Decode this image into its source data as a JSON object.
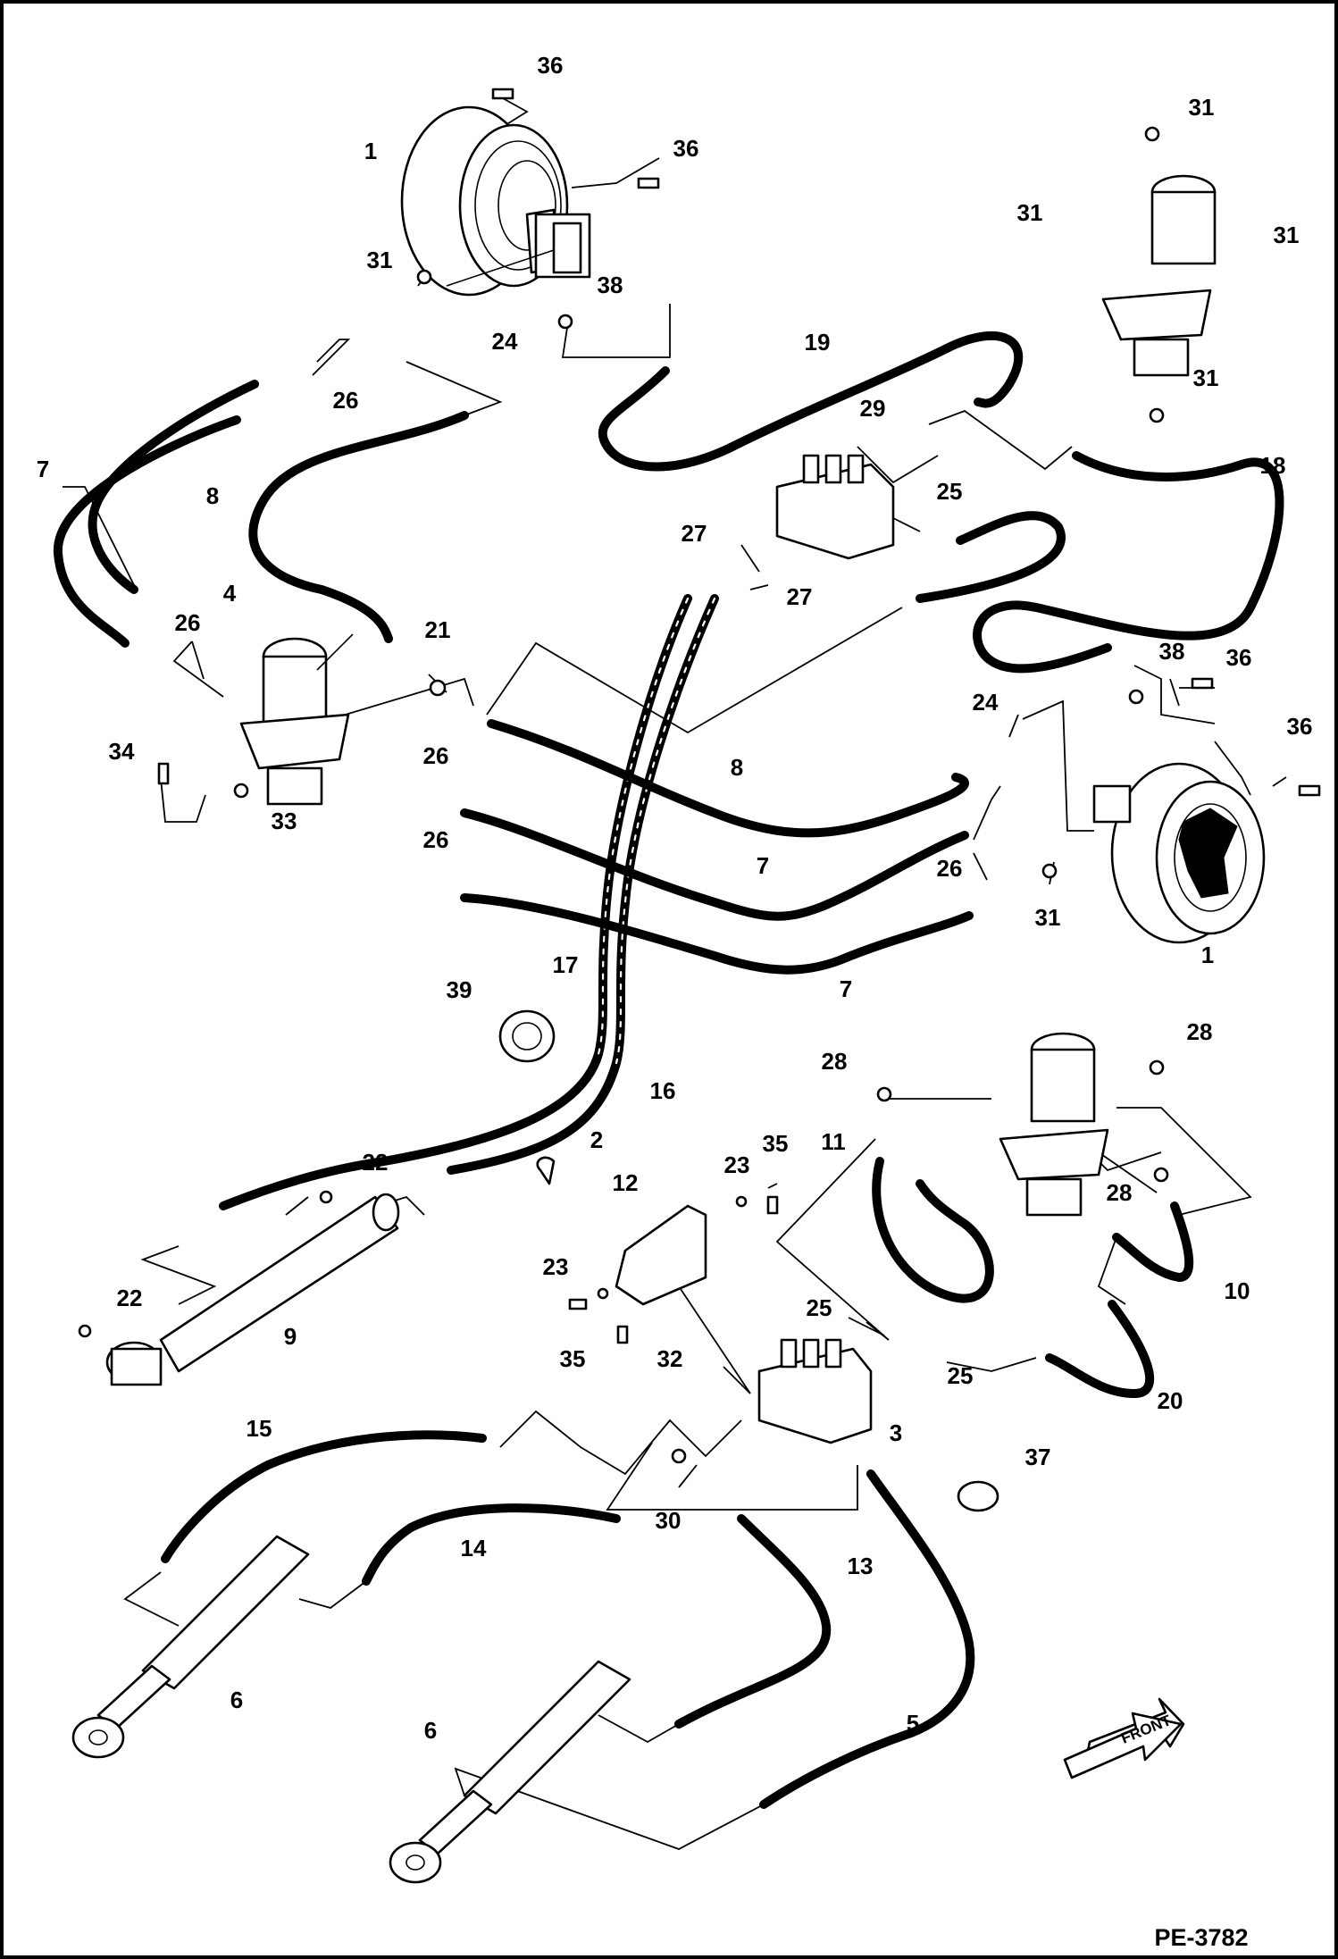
{
  "document_code": "PE-3782",
  "front_label": "FRONT",
  "callouts": [
    {
      "id": "c1a",
      "text": "1"
    },
    {
      "id": "c1b",
      "text": "1"
    },
    {
      "id": "c2",
      "text": "2"
    },
    {
      "id": "c3",
      "text": "3"
    },
    {
      "id": "c4",
      "text": "4"
    },
    {
      "id": "c5",
      "text": "5"
    },
    {
      "id": "c6a",
      "text": "6"
    },
    {
      "id": "c6b",
      "text": "6"
    },
    {
      "id": "c7a",
      "text": "7"
    },
    {
      "id": "c7b",
      "text": "7"
    },
    {
      "id": "c7c",
      "text": "7"
    },
    {
      "id": "c8a",
      "text": "8"
    },
    {
      "id": "c8b",
      "text": "8"
    },
    {
      "id": "c9",
      "text": "9"
    },
    {
      "id": "c10",
      "text": "10"
    },
    {
      "id": "c11",
      "text": "11"
    },
    {
      "id": "c12",
      "text": "12"
    },
    {
      "id": "c13",
      "text": "13"
    },
    {
      "id": "c14",
      "text": "14"
    },
    {
      "id": "c15",
      "text": "15"
    },
    {
      "id": "c16",
      "text": "16"
    },
    {
      "id": "c17",
      "text": "17"
    },
    {
      "id": "c18",
      "text": "18"
    },
    {
      "id": "c19",
      "text": "19"
    },
    {
      "id": "c20",
      "text": "20"
    },
    {
      "id": "c21",
      "text": "21"
    },
    {
      "id": "c22a",
      "text": "22"
    },
    {
      "id": "c22b",
      "text": "22"
    },
    {
      "id": "c23a",
      "text": "23"
    },
    {
      "id": "c23b",
      "text": "23"
    },
    {
      "id": "c24a",
      "text": "24"
    },
    {
      "id": "c24b",
      "text": "24"
    },
    {
      "id": "c25a",
      "text": "25"
    },
    {
      "id": "c25b",
      "text": "25"
    },
    {
      "id": "c25c",
      "text": "25"
    },
    {
      "id": "c26a",
      "text": "26"
    },
    {
      "id": "c26b",
      "text": "26"
    },
    {
      "id": "c26c",
      "text": "26"
    },
    {
      "id": "c26d",
      "text": "26"
    },
    {
      "id": "c26e",
      "text": "26"
    },
    {
      "id": "c27a",
      "text": "27"
    },
    {
      "id": "c27b",
      "text": "27"
    },
    {
      "id": "c28a",
      "text": "28"
    },
    {
      "id": "c28b",
      "text": "28"
    },
    {
      "id": "c28c",
      "text": "28"
    },
    {
      "id": "c29",
      "text": "29"
    },
    {
      "id": "c30",
      "text": "30"
    },
    {
      "id": "c31a",
      "text": "31"
    },
    {
      "id": "c31b",
      "text": "31"
    },
    {
      "id": "c31c",
      "text": "31"
    },
    {
      "id": "c31d",
      "text": "31"
    },
    {
      "id": "c31e",
      "text": "31"
    },
    {
      "id": "c31f",
      "text": "31"
    },
    {
      "id": "c32",
      "text": "32"
    },
    {
      "id": "c33",
      "text": "33"
    },
    {
      "id": "c34",
      "text": "34"
    },
    {
      "id": "c35a",
      "text": "35"
    },
    {
      "id": "c35b",
      "text": "35"
    },
    {
      "id": "c36a",
      "text": "36"
    },
    {
      "id": "c36b",
      "text": "36"
    },
    {
      "id": "c36c",
      "text": "36"
    },
    {
      "id": "c36d",
      "text": "36"
    },
    {
      "id": "c37",
      "text": "37"
    },
    {
      "id": "c38a",
      "text": "38"
    },
    {
      "id": "c38b",
      "text": "38"
    },
    {
      "id": "c39",
      "text": "39"
    }
  ]
}
